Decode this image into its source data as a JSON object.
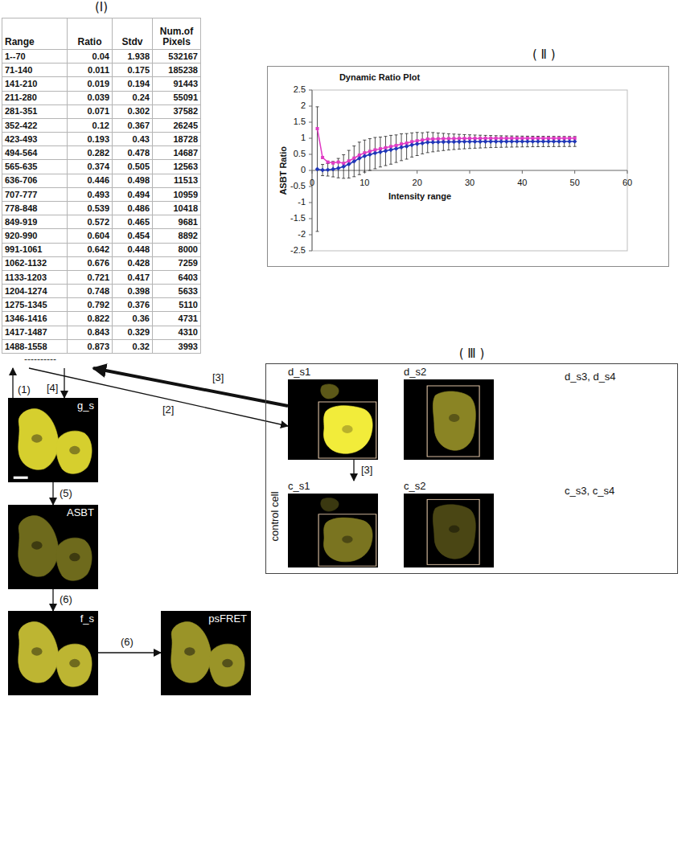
{
  "diagram": {
    "nodes": [
      {
        "text": [
          "(Ⅰ)",
          "Range",
          "Ratio",
          "Stdv",
          "Num.of Pixels",
          "1--70",
          "0.04",
          "1.938",
          "532167",
          "71-140",
          "0.011",
          "0.175",
          "185238",
          "141-210",
          "0.019",
          "0.194",
          "91443",
          "211-280",
          "0.039",
          "0.24",
          "55091",
          "281-351",
          "0.071",
          "0.302",
          "37582",
          "352-422",
          "0.12",
          "0.367",
          "26245",
          "423-493",
          "0.193",
          "0.43",
          "18728",
          "494-564",
          "0.282",
          "0.478",
          "14687",
          "565-635",
          "0.374",
          "0.505",
          "12563",
          "636-706",
          "0.446",
          "0.498",
          "11513",
          "707-777",
          "0.493",
          "0.494",
          "10959",
          "778-848",
          "0.539",
          "0.486",
          "10418",
          "849-919",
          "0.572",
          "0.465",
          "9681",
          "920-990",
          "0.604",
          "0.454",
          "8892",
          "991-1061",
          "0.642",
          "0.448",
          "8000",
          "1062-1132",
          "0.676",
          "0.428",
          "7259",
          "1133-1203",
          "0.721",
          "0.417",
          "6403",
          "1204-1274",
          "0.748",
          "0.398",
          "5633",
          "1275-1345",
          "0.792",
          "0.376",
          "5110",
          "1346-1416",
          "0.822",
          "0.36",
          "4731",
          "1417-1487",
          "0.843",
          "0.329",
          "4310",
          "1488-1558",
          "0.873",
          "0.32",
          "3993",
          "----------"
        ]
      },
      {
        "text": [
          "( Ⅱ )",
          "Dynamic Ratio Plot",
          "ASBT Ratio",
          "2.5",
          "2",
          "1.5",
          "1",
          "0.5",
          "0",
          "-0.5",
          "-1",
          "-1.5",
          "-2",
          "-2.5",
          "0",
          "10",
          "20",
          "30",
          "40",
          "50",
          "60",
          "Intensity range"
        ]
      },
      {
        "text": [
          "g_s"
        ]
      },
      {
        "text": [
          "( Ⅲ )",
          "d_s3, d_s4",
          "control cell",
          "c_s3, c_s4"
        ]
      },
      {
        "text": [
          "d_s1"
        ],
        "in": 3
      },
      {
        "text": [
          "d_s2"
        ],
        "in": 3
      },
      {
        "text": [
          "c_s1"
        ],
        "in": 3
      },
      {
        "text": [
          "c_s2"
        ],
        "in": 3
      },
      {
        "text": [
          "ASBT"
        ]
      },
      {
        "text": [
          "f_s"
        ]
      },
      {
        "text": [
          "psFRET"
        ]
      }
    ],
    "edges": [
      {
        "from": 2,
        "to": 0,
        "label": "(1)",
        "arrow": "to"
      },
      {
        "from": 0,
        "to": 2,
        "label": "[4]",
        "arrow": "to"
      },
      {
        "from": 0,
        "to": 4,
        "label": "[2]",
        "arrow": "to"
      },
      {
        "from": 4,
        "to": 0,
        "label": "[3]",
        "arrow": "to"
      },
      {
        "from": 4,
        "to": 6,
        "label": "[3]",
        "arrow": "to"
      },
      {
        "from": 2,
        "to": 8,
        "label": "(5)",
        "arrow": "to"
      },
      {
        "from": 8,
        "to": 9,
        "label": "(6)",
        "arrow": "to"
      },
      {
        "from": 9,
        "to": 10,
        "label": "(6)",
        "arrow": "to"
      }
    ]
  }
}
